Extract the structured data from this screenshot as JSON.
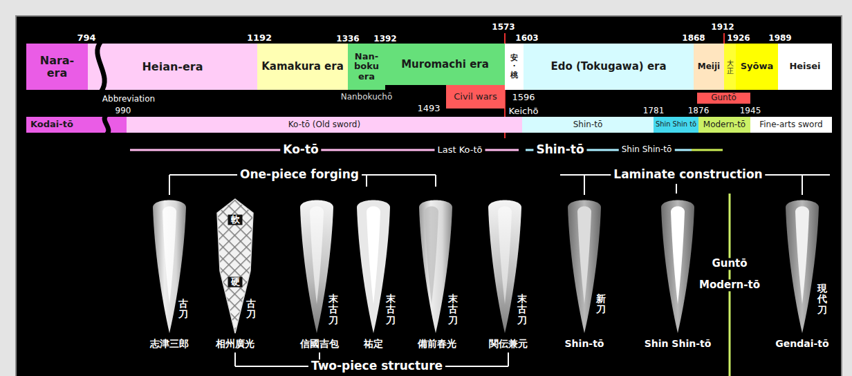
{
  "diagram": {
    "nodes": [
      {
        "text": [
          "Nara-era"
        ]
      },
      {
        "text": [
          "Heian-era"
        ]
      },
      {
        "text": [
          "Kamakura era"
        ]
      },
      {
        "text": [
          "Nan-boku era"
        ]
      },
      {
        "text": [
          "Muromachi era"
        ]
      },
      {
        "text": [
          "安·桃"
        ]
      },
      {
        "text": [
          "Edo (Tokugawa) era"
        ]
      },
      {
        "text": [
          "Meiji"
        ]
      },
      {
        "text": [
          "大正"
        ]
      },
      {
        "text": [
          "Syōwa"
        ]
      },
      {
        "text": [
          "Heisei"
        ]
      },
      {
        "text": [
          "Civil wars"
        ]
      },
      {
        "text": [
          "Guntō"
        ]
      },
      {
        "text": [
          "Kodai-tō"
        ]
      },
      {
        "text": [
          "Ko-tō (Old sword)"
        ]
      },
      {
        "text": [
          "Shin-tō"
        ]
      },
      {
        "text": [
          "Shin Shin tō"
        ]
      },
      {
        "text": [
          "Modern-tō"
        ]
      },
      {
        "text": [
          "Fine-arts sword"
        ]
      }
    ],
    "labels": [
      "794",
      "1192",
      "1336",
      "1392",
      "1573",
      "1603",
      "1868",
      "1912",
      "1926",
      "1989",
      "Abbreviation",
      "Nanbokuchō",
      "1493",
      "1596",
      "Keichō",
      "990",
      "1781",
      "1876",
      "1945",
      "Ko-tō",
      "Last Ko-tō",
      "Shin-tō",
      "Shin Shin-tō",
      "One-piece forging",
      "Laminate construction",
      "軟",
      "硬",
      "古刀",
      "古刀",
      "末古刀",
      "末古刀",
      "末古刀",
      "末古刀",
      "新刀",
      "現代刀",
      "志津三郎",
      "相州廣光",
      "信國吉包",
      "祐定",
      "備前春光",
      "関伝兼元",
      "Shin-tō",
      "Shin Shin-tō",
      "Gendai-tō",
      "Guntō",
      "Modern-tō",
      "Two-piece structure"
    ]
  }
}
